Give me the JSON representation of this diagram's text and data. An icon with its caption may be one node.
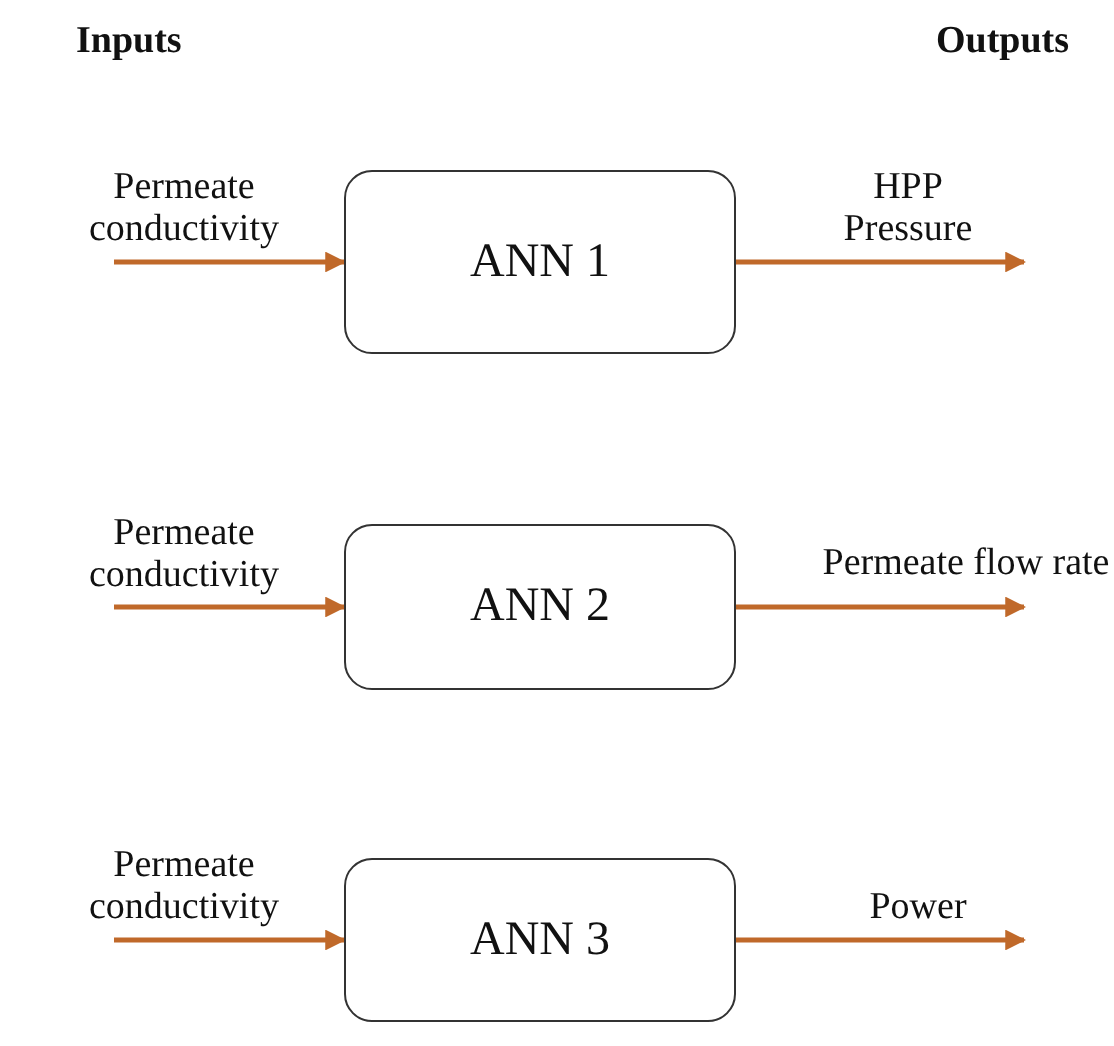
{
  "diagram": {
    "nodes": [
      {
        "text": [
          "ANN 1"
        ]
      },
      {
        "text": [
          "ANN 2"
        ]
      },
      {
        "text": [
          "ANN 3"
        ]
      }
    ],
    "edges": [
      {
        "from": null,
        "to": 0,
        "arrow": "to",
        "label": "Permeate conductivity"
      },
      {
        "from": 0,
        "to": null,
        "arrow": "to",
        "label": "HPP Pressure"
      },
      {
        "from": null,
        "to": 1,
        "arrow": "to",
        "label": "Permeate conductivity"
      },
      {
        "from": 1,
        "to": null,
        "arrow": "to",
        "label": "Permeate flow rate"
      },
      {
        "from": null,
        "to": 2,
        "arrow": "to",
        "label": "Permeate conductivity"
      },
      {
        "from": 2,
        "to": null,
        "arrow": "to",
        "label": "Power"
      }
    ],
    "labels": [
      "Inputs",
      "Outputs"
    ]
  }
}
